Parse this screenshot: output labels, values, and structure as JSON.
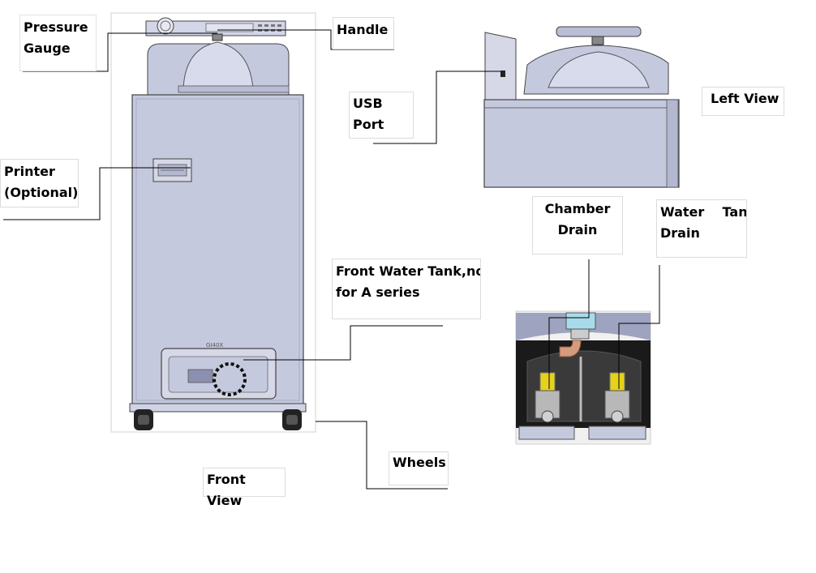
{
  "labels": {
    "pressure_gauge": "Pressure\nGauge",
    "handle": "Handle",
    "usb_port": "USB Port",
    "left_view": "Left View",
    "printer": "Printer\n(Optional)",
    "chamber_drain": "Chamber\nDrain",
    "water_tank_drain": "Water    Tank\nDrain",
    "front_water_tank": "Front Water Tank,no\nfor A series",
    "wheels": "Wheels",
    "front_view": "Front View"
  },
  "device": {
    "front_brand": "GI40X"
  },
  "colors": {
    "body": "#c5c9de",
    "body_dark": "#9ea3bf",
    "outline": "#444444",
    "yellow_valve": "#e6d21a",
    "copper": "#d59b7c",
    "cyan": "#a8dcec"
  }
}
